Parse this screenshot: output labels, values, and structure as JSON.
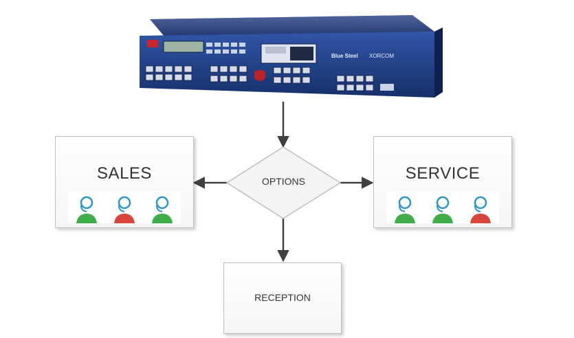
{
  "device": {
    "brand_label": "Blue Steel",
    "vendor_label": "XORCOM"
  },
  "decision": {
    "label": "OPTIONS"
  },
  "nodes": {
    "sales": {
      "title": "SALES",
      "agents": [
        "green",
        "red",
        "green"
      ]
    },
    "service": {
      "title": "SERVICE",
      "agents": [
        "green",
        "green",
        "red"
      ]
    },
    "reception": {
      "title": "RECEPTION"
    }
  },
  "colors": {
    "agent_green": "#3fae49",
    "agent_red": "#d9453b",
    "headset": "#2a95c9",
    "device_blue": "#1d3f82",
    "arrow": "#404040"
  }
}
